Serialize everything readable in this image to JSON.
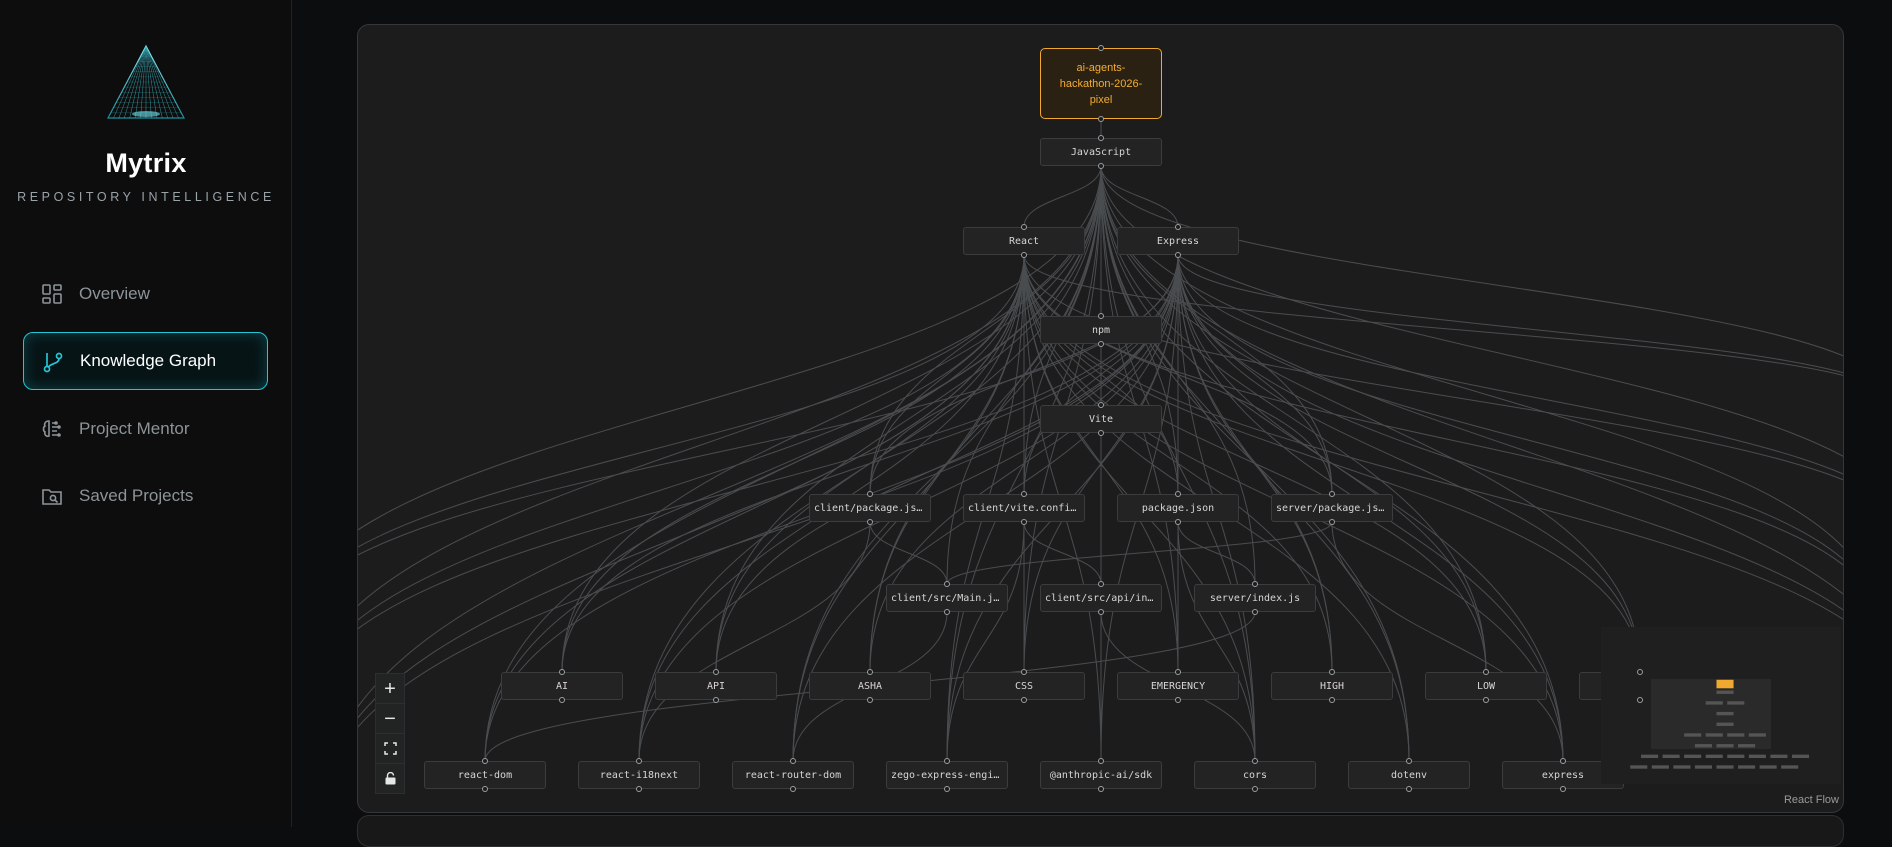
{
  "brand": {
    "name": "Mytrix",
    "tagline": "REPOSITORY INTELLIGENCE",
    "accent": "#23c6d6"
  },
  "nav": [
    {
      "label": "Overview",
      "icon": "grid-icon",
      "active": false
    },
    {
      "label": "Knowledge Graph",
      "icon": "git-branch-icon",
      "active": true
    },
    {
      "label": "Project Mentor",
      "icon": "brain-icon",
      "active": false
    },
    {
      "label": "Saved Projects",
      "icon": "folder-search-icon",
      "active": false
    }
  ],
  "graph": {
    "root": "ai-agents-hackathon-2026-pixel",
    "root_color": "#f0a92e",
    "language": "JavaScript",
    "frameworks": [
      "React",
      "Express"
    ],
    "package_manager": "npm",
    "build_tool": "Vite",
    "config_files": [
      "client/package.json",
      "client/vite.config.js",
      "package.json",
      "server/package.json"
    ],
    "entry_files": [
      "client/src/Main.jsx",
      "client/src/api/index.js",
      "server/index.js"
    ],
    "concepts": [
      "AI",
      "API",
      "ASHA",
      "CSS",
      "EMERGENCY",
      "HIGH",
      "LOW",
      ""
    ],
    "dependencies": [
      "react-dom",
      "react-i18next",
      "react-router-dom",
      "zego-express-engine-webrtc",
      "@anthropic-ai/sdk",
      "cors",
      "dotenv",
      "express"
    ]
  },
  "controls": {
    "zoom_in": "+",
    "zoom_out": "−"
  },
  "attribution": "React Flow"
}
